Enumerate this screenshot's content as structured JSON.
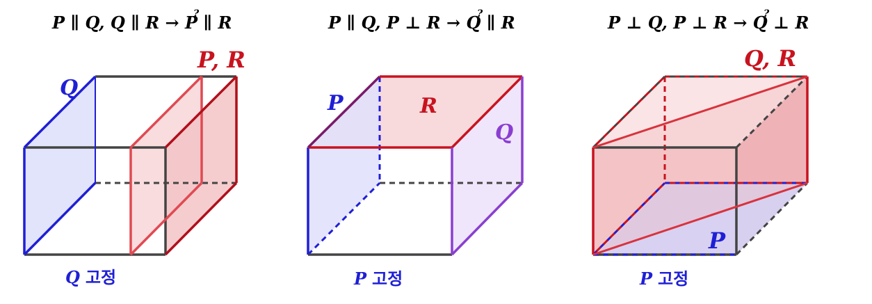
{
  "colors": {
    "edge": "#444444",
    "blue": "#1f1fd6",
    "red": "#c8131f",
    "red_light": "#e04a52",
    "purple": "#8a3fd0",
    "fill_blue": "#dfe1fb",
    "fill_red": "#f7d6d8",
    "fill_purple": "#efe5fb"
  },
  "panels": [
    {
      "formula": "P ∥ Q,  Q ∥ R →? P ∥ R",
      "formula_parts": {
        "a": "P ∥ Q,  Q ∥ R ",
        "arrow": "→",
        "q": "?",
        "b": " P ∥ R"
      },
      "labels": {
        "q": "Q",
        "pr": "P, R"
      },
      "caption_var": "Q",
      "caption_text": "고정"
    },
    {
      "formula": "P ∥ Q,  P ⊥ R →? Q  ∥ R",
      "formula_parts": {
        "a": "P ∥ Q,  P ⊥ R ",
        "arrow": "→",
        "q": "?",
        "b": " Q  ∥ R"
      },
      "labels": {
        "p": "P",
        "r": "R",
        "q": "Q"
      },
      "caption_var": "P",
      "caption_text": "고정"
    },
    {
      "formula": "P ⊥ Q,  P ⊥ R →?  Q ⊥ R",
      "formula_parts": {
        "a": "P ⊥ Q,  P ⊥ R ",
        "arrow": "→",
        "q": "?",
        "b": "  Q ⊥ R"
      },
      "labels": {
        "qr": "Q, R",
        "p": "P"
      },
      "caption_var": "P",
      "caption_text": "고정"
    }
  ]
}
